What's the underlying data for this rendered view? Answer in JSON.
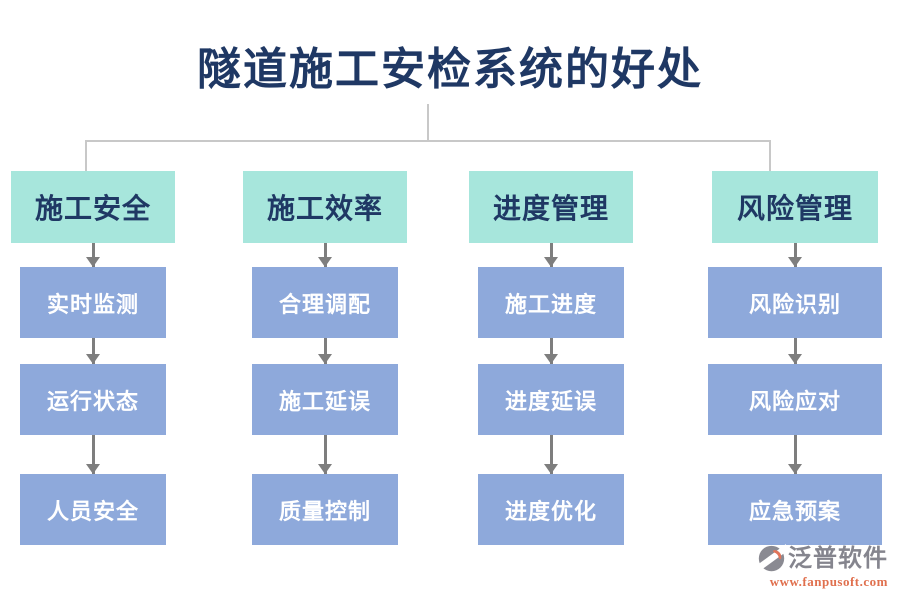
{
  "title": "隧道施工安检系统的好处",
  "columns": [
    {
      "header": "施工安全",
      "items": [
        "实时监测",
        "运行状态",
        "人员安全"
      ]
    },
    {
      "header": "施工效率",
      "items": [
        "合理调配",
        "施工延误",
        "质量控制"
      ]
    },
    {
      "header": "进度管理",
      "items": [
        "施工进度",
        "进度延误",
        "进度优化"
      ]
    },
    {
      "header": "风险管理",
      "items": [
        "风险识别",
        "风险应对",
        "应急预案"
      ]
    }
  ],
  "logo": {
    "name": "泛普软件",
    "url": "www.fanpusoft.com"
  },
  "colors": {
    "title_text": "#1f3864",
    "header_bg": "#a7e6dc",
    "header_text": "#1f3864",
    "node_bg": "#8ea9db",
    "node_text": "#ffffff",
    "connector_line": "#c8c8c8",
    "arrow": "#7e7e7e",
    "logo_text": "#85858e",
    "logo_accent": "#e0704e"
  }
}
